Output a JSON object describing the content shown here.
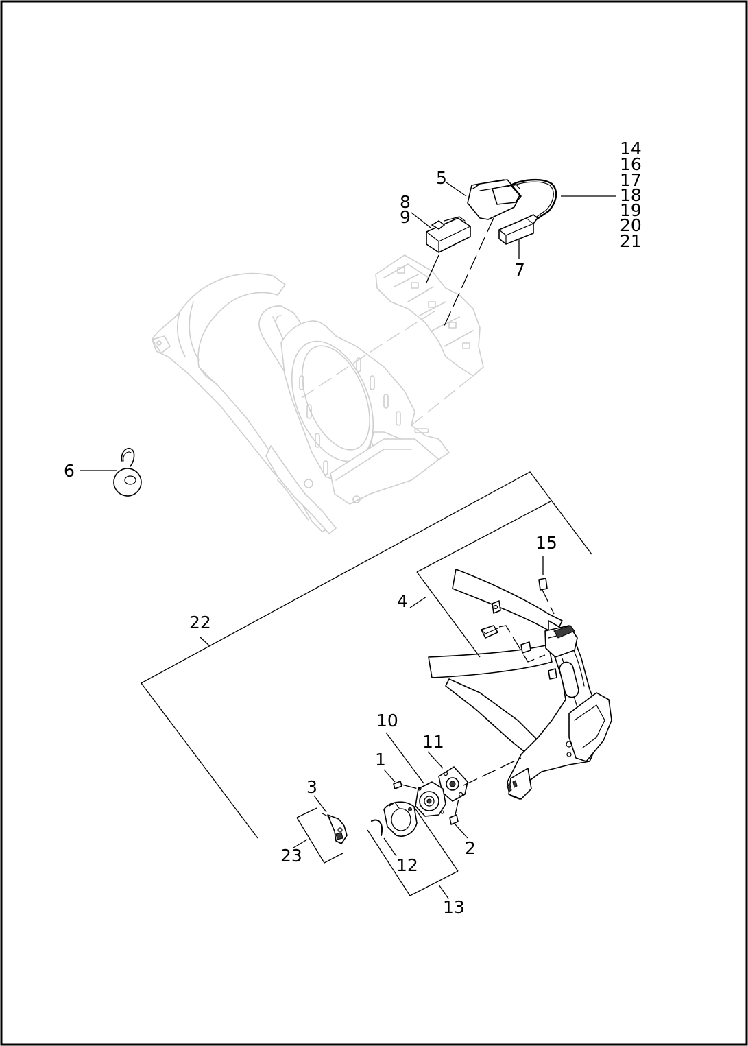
{
  "callouts": {
    "c1": "1",
    "c2": "2",
    "c3": "3",
    "c4": "4",
    "c5": "5",
    "c6": "6",
    "c7": "7",
    "c8": "8",
    "c9": "9",
    "c10": "10",
    "c11": "11",
    "c12": "12",
    "c13": "13",
    "c14": "14",
    "c15": "15",
    "c16": "16",
    "c17": "17",
    "c18": "18",
    "c19": "19",
    "c20": "20",
    "c21": "21",
    "c22": "22",
    "c23": "23"
  },
  "colors": {
    "ink": "#000000",
    "ghost": "#cfcfcf",
    "background": "#ffffff"
  }
}
